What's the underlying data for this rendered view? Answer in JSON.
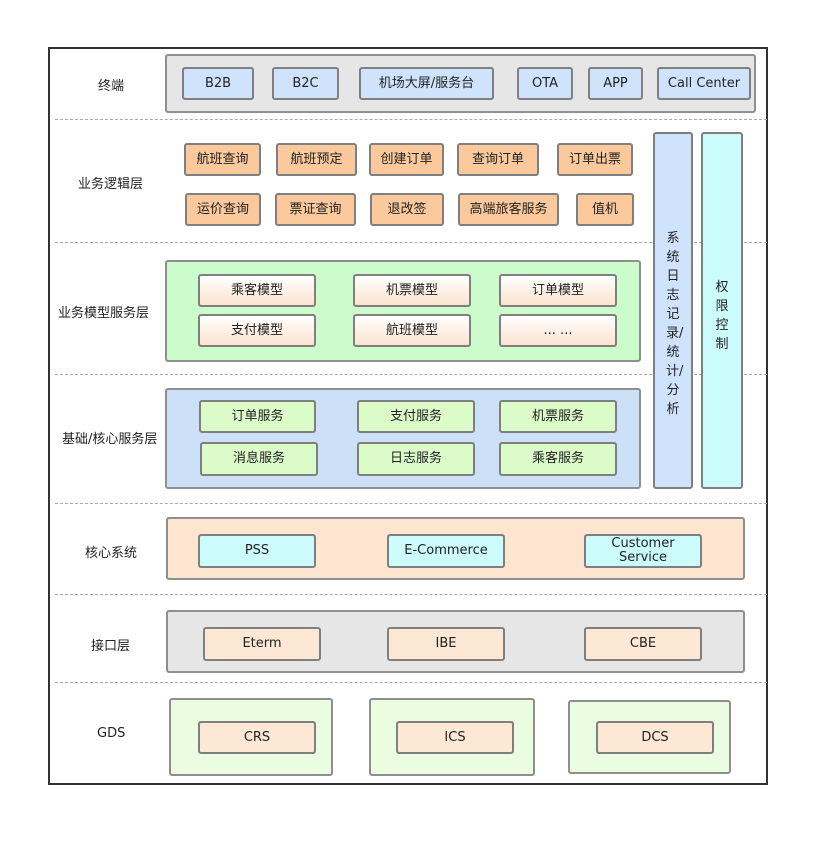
{
  "layers": {
    "terminal": "终端",
    "logic": "业务逻辑层",
    "model": "业务模型服务层",
    "core_service": "基础/核心服务层",
    "core_system": "核心系统",
    "interface": "接口层",
    "gds": "GDS"
  },
  "terminal": [
    "B2B",
    "B2C",
    "机场大屏/服务台",
    "OTA",
    "APP",
    "Call Center"
  ],
  "logic": {
    "row1": [
      "航班查询",
      "航班预定",
      "创建订单",
      "查询订单",
      "订单出票"
    ],
    "row2": [
      "运价查询",
      "票证查询",
      "退改签",
      "高端旅客服务",
      "值机"
    ]
  },
  "model": [
    "乘客模型",
    "机票模型",
    "订单模型",
    "支付模型",
    "航班模型",
    "... ..."
  ],
  "core_service": [
    "订单服务",
    "支付服务",
    "机票服务",
    "消息服务",
    "日志服务",
    "乘客服务"
  ],
  "core_system": [
    "PSS",
    "E-Commerce",
    "Customer\nService"
  ],
  "interface": [
    "Eterm",
    "IBE",
    "CBE"
  ],
  "gds": [
    "CRS",
    "ICS",
    "DCS"
  ],
  "side": {
    "log": "系统日志记录/统计/分析",
    "auth": "权限控制"
  },
  "colors": {
    "frame": "#333333",
    "terminal_box": "#cfe4fc",
    "logic_box": "#fbc99b",
    "model_panel": "#ccfccc",
    "service_panel": "#cce0f8",
    "service_box": "#dbfbc9",
    "core_panel": "#fde5cf",
    "core_box": "#ccfbfc",
    "gds_panel": "#eafde0",
    "log_bar": "#cfe4fc",
    "auth_bar": "#ccfbfc"
  }
}
